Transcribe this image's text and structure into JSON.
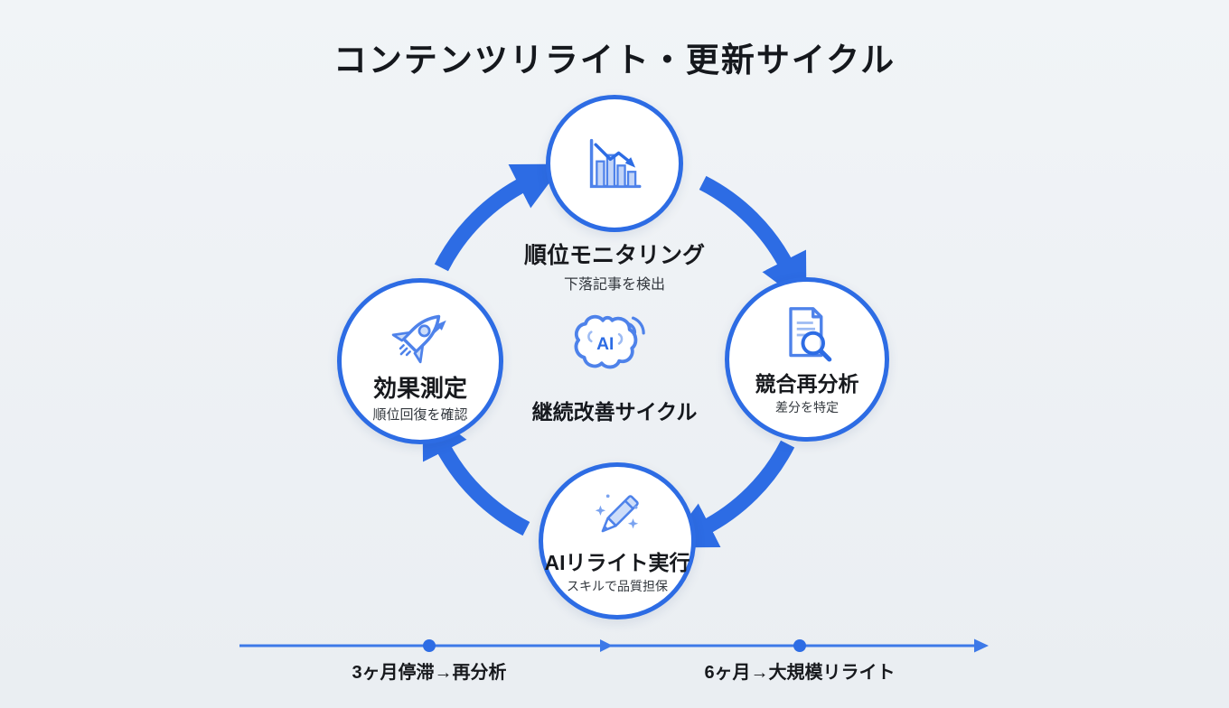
{
  "title": "コンテンツリライト・更新サイクル",
  "center": {
    "icon": "ai-brain-icon",
    "ai_label": "AI",
    "label": "継続改善サイクル"
  },
  "nodes": [
    {
      "id": "top",
      "label": "順位モニタリング",
      "sublabel": "下落記事を検出",
      "icon": "declining-chart-icon"
    },
    {
      "id": "right",
      "label": "競合再分析",
      "sublabel": "差分を特定",
      "icon": "document-search-icon"
    },
    {
      "id": "bottom",
      "label": "AIリライト実行",
      "sublabel": "スキルで品質担保",
      "icon": "pencil-sparkles-icon"
    },
    {
      "id": "left",
      "label": "効果測定",
      "sublabel": "順位回復を確認",
      "icon": "rocket-icon"
    }
  ],
  "timeline": {
    "milestones": [
      {
        "label": "3ヶ月停滞→再分析"
      },
      {
        "label": "6ヶ月→大規模リライト"
      }
    ]
  },
  "colors": {
    "accent": "#2d6ce4",
    "icon_stroke": "#4e82ea",
    "icon_fill_light": "#cdddf9",
    "background": "#eef1f4",
    "text_dark": "#15181d"
  }
}
